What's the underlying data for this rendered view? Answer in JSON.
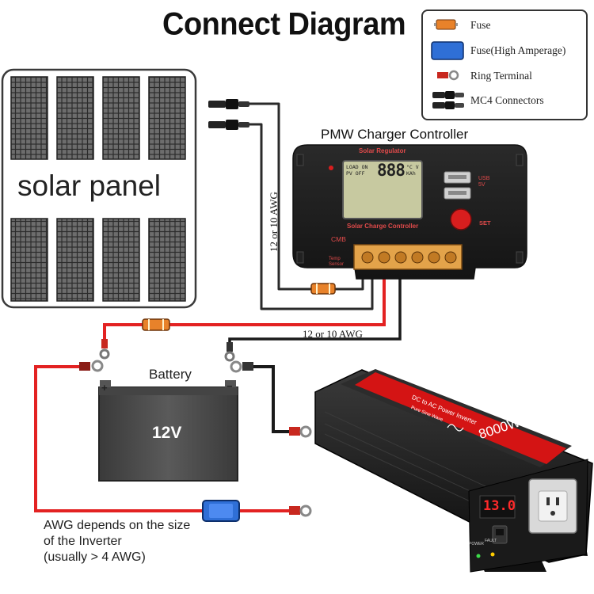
{
  "title": "Connect Diagram",
  "legend": {
    "items": [
      {
        "icon": "fuse-icon",
        "label": "Fuse"
      },
      {
        "icon": "fuse-high-amperage-icon",
        "label": "Fuse(High Amperage)"
      },
      {
        "icon": "ring-terminal-icon",
        "label": "Ring Terminal"
      },
      {
        "icon": "mc4-connectors-icon",
        "label": "MC4 Connectors"
      }
    ]
  },
  "solar_panel": {
    "label": "solar panel"
  },
  "controller": {
    "title": "PMW Charger Controller",
    "brand": "Solar Regulator",
    "subtitle": "Solar Charge Controller",
    "model": "CMB",
    "usb_label": "USB 5V",
    "set_label": "SET",
    "temp_label": "Temp Sensor",
    "lcd_load": "LOAD ON",
    "lcd_pv": "PV OFF",
    "lcd_digits": "888",
    "lcd_units": "°C V KAh"
  },
  "wires": {
    "awg_vertical": "12 or 10 AWG",
    "awg_horizontal": "12 or 10 AWG"
  },
  "battery": {
    "label": "Battery",
    "voltage": "12V",
    "plus": "+",
    "minus": "−"
  },
  "inverter": {
    "title": "DC to AC Power Inverter",
    "subtitle": "Pure Sine Wave",
    "power": "8000W",
    "display": "13.0",
    "power_label": "POWER",
    "fault_label": "FAULT"
  },
  "note": {
    "line1": "AWG depends on the size",
    "line2": "of the Inverter",
    "line3": "(usually  > 4 AWG)"
  },
  "colors": {
    "fuse": "#e8822a",
    "fuse_high": "#2f6fd6",
    "red_wire": "#e32222",
    "black_wire": "#1a1a1a",
    "terminal_accent": "#c8281f"
  }
}
